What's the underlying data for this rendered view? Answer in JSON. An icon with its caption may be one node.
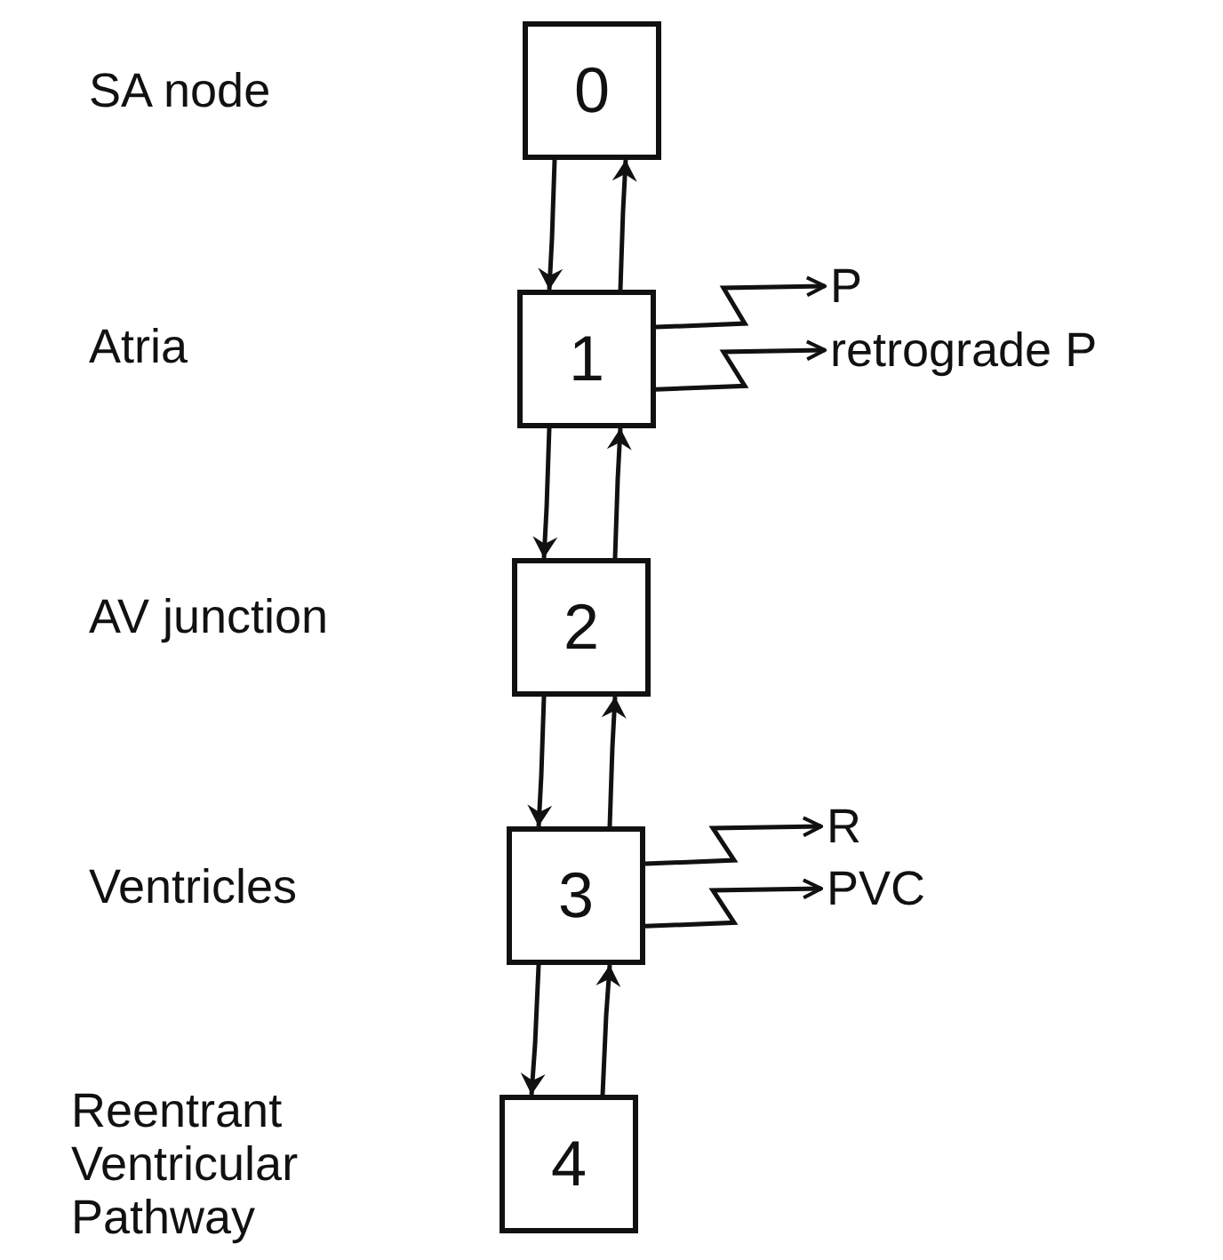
{
  "diagram": {
    "nodes": [
      {
        "text": [
          "0"
        ]
      },
      {
        "text": [
          "1"
        ]
      },
      {
        "text": [
          "2"
        ]
      },
      {
        "text": [
          "3"
        ]
      },
      {
        "text": [
          "4"
        ]
      },
      {
        "text": [
          "P"
        ]
      },
      {
        "text": [
          "retrograde P"
        ]
      },
      {
        "text": [
          "R"
        ]
      },
      {
        "text": [
          "PVC"
        ]
      }
    ],
    "edges": [
      {
        "from": 0,
        "to": 1,
        "arrow": "to"
      },
      {
        "from": 1,
        "to": 0,
        "arrow": "to"
      },
      {
        "from": 1,
        "to": 2,
        "arrow": "to"
      },
      {
        "from": 2,
        "to": 1,
        "arrow": "to"
      },
      {
        "from": 2,
        "to": 3,
        "arrow": "to"
      },
      {
        "from": 3,
        "to": 2,
        "arrow": "to"
      },
      {
        "from": 3,
        "to": 4,
        "arrow": "to"
      },
      {
        "from": 4,
        "to": 3,
        "arrow": "to"
      },
      {
        "from": 1,
        "to": 5,
        "arrow": "to"
      },
      {
        "from": 1,
        "to": 6,
        "arrow": "to"
      },
      {
        "from": 3,
        "to": 7,
        "arrow": "to"
      },
      {
        "from": 3,
        "to": 8,
        "arrow": "to"
      }
    ],
    "labels": [
      "SA node",
      "Atria",
      "AV junction",
      "Ventricles",
      "Reentrant Ventricular Pathway"
    ]
  }
}
